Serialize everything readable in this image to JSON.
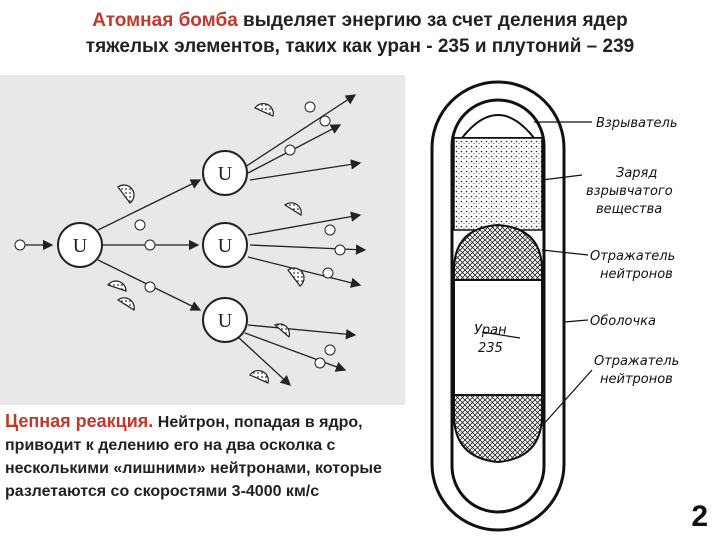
{
  "title": {
    "accent": "Атомная бомба",
    "line1_rest": " выделяет энергию за счет деления ядер",
    "line2": "тяжелых элементов, таких как уран - 235 и плутоний – 239"
  },
  "chain": {
    "nucleus_label": "U"
  },
  "caption": {
    "accent": "Цепная реакция.",
    "text": " Нейтрон, попадая в ядро, приводит к делению его на два осколка с несколькими «лишними» нейтронами, которые разлетаются со скоростями 3-4000 км/с"
  },
  "bomb": {
    "labels": {
      "detonator": "Взрыватель",
      "charge_1": "Заряд",
      "charge_2": "взрывчатого",
      "charge_3": "вещества",
      "reflector_top_1": "Отражатель",
      "reflector_top_2": "нейтронов",
      "shell": "Оболочка",
      "reflector_bottom_1": "Отражатель",
      "reflector_bottom_2": "нейтронов",
      "uranium_1": "Уран",
      "uranium_2": "235"
    }
  },
  "slide_number": "2",
  "colors": {
    "accent": "#c0392b"
  }
}
